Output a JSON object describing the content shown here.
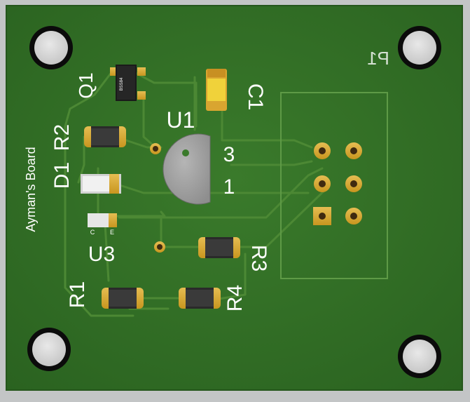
{
  "board": {
    "name_text": "Ayman's Board",
    "colors": {
      "background": "#c3c5c6",
      "soldermask": "#2f6a22",
      "trace": "#48812f",
      "copper_pad": "#d6a93a",
      "silkscreen": "#ffffff",
      "drill_hole": "#d9d9d9"
    }
  },
  "references": {
    "q1": "Q1",
    "c1": "C1",
    "u1": "U1",
    "r2": "R2",
    "d1": "D1",
    "u3": "U3",
    "r1": "R1",
    "r3": "R3",
    "r4": "R4",
    "p1": "P1"
  },
  "pin_labels": {
    "u1_pin3": "3",
    "u1_pin1": "1",
    "u3_c": "C",
    "u3_e": "E"
  },
  "component_markings": {
    "q1_chip": "BSS84"
  },
  "icons": {
    "mounting_hole": "mounting-hole-icon",
    "via": "via-icon",
    "through_hole_pad": "pad-icon"
  }
}
